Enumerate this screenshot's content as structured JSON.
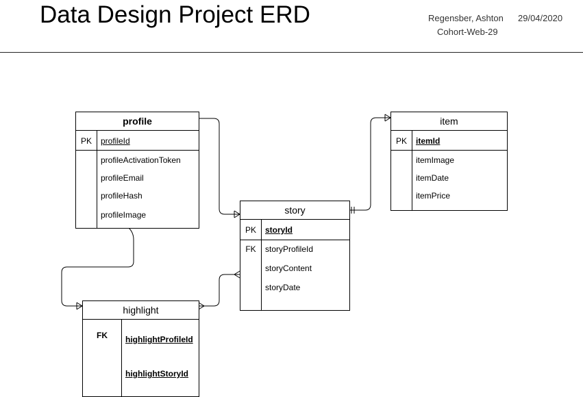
{
  "header": {
    "title": "Data Design Project ERD",
    "author": "Regensber, Ashton",
    "date": "29/04/2020",
    "cohort": "Cohort-Web-29"
  },
  "entities": {
    "profile": {
      "name": "profile",
      "pk_label": "PK",
      "pk_field": "profileId",
      "fields": [
        "profileActivationToken",
        "profileEmail",
        "profileHash",
        "profileImage"
      ]
    },
    "item": {
      "name": "item",
      "pk_label": "PK",
      "pk_field": "itemId",
      "fields": [
        "itemImage",
        "itemDate",
        "itemPrice"
      ]
    },
    "story": {
      "name": "story",
      "pk_label": "PK",
      "pk_field": "storyId",
      "fk_label": "FK",
      "fields": [
        "storyProfileId",
        "storyContent",
        "storyDate"
      ]
    },
    "highlight": {
      "name": "highlight",
      "fk_label": "FK",
      "fields": [
        "highlightProfileId",
        "highlightStoryId"
      ]
    }
  },
  "relationships": [
    {
      "from": "profile",
      "to": "story",
      "cardinality": "one-to-many"
    },
    {
      "from": "item",
      "to": "story",
      "cardinality": "many-to-one"
    },
    {
      "from": "profile",
      "to": "highlight",
      "cardinality": "one-to-many"
    },
    {
      "from": "story",
      "to": "highlight",
      "cardinality": "many-to-many"
    }
  ]
}
